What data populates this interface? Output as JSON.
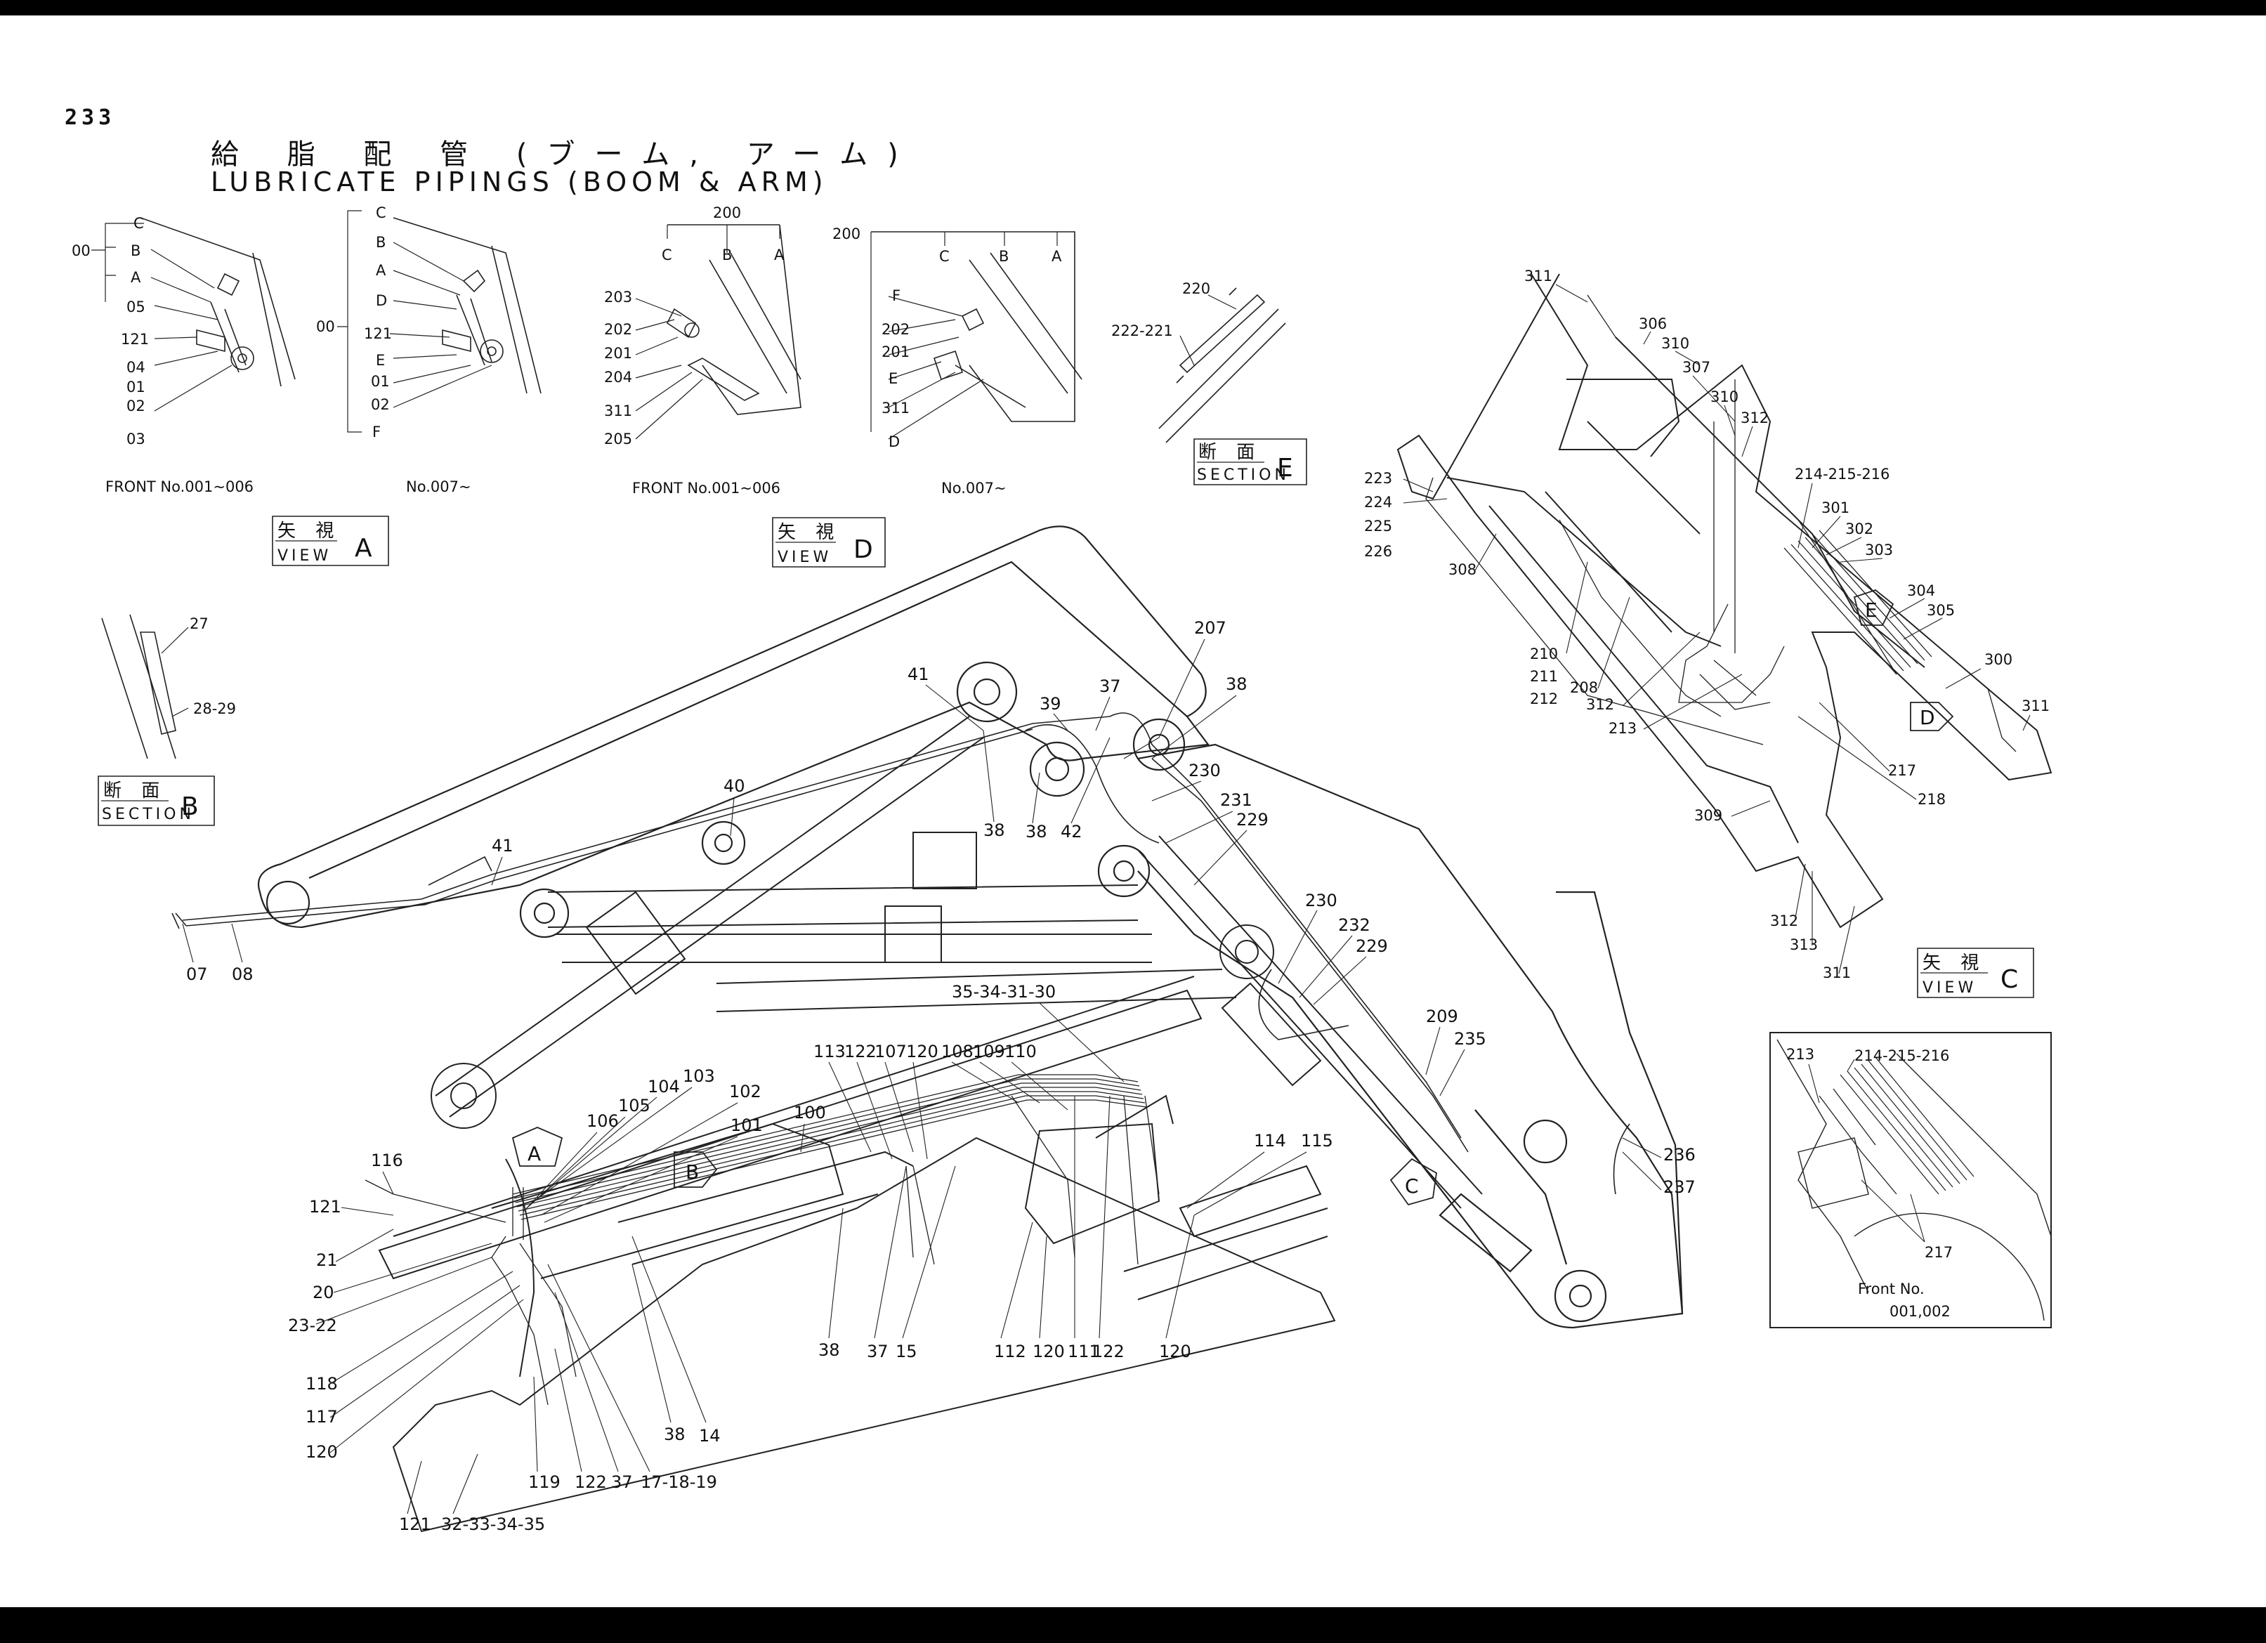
{
  "page": {
    "number": "233"
  },
  "title": {
    "japanese": "給 脂 配 管 (ブーム, アーム)",
    "english": "LUBRICATE PIPINGS (BOOM & ARM)"
  },
  "view_labels": {
    "view_a": {
      "jp": "矢 視",
      "en": "VIEW",
      "letter": "A"
    },
    "view_d": {
      "jp": "矢 視",
      "en": "VIEW",
      "letter": "D"
    },
    "view_c": {
      "jp": "矢 視",
      "en": "VIEW",
      "letter": "C"
    },
    "section_b": {
      "jp": "断 面",
      "en": "SECTION",
      "letter": "B"
    },
    "section_e": {
      "jp": "断 面",
      "en": "SECTION",
      "letter": "E"
    }
  },
  "captions": {
    "front_001_006_a": "FRONT No.001~006",
    "no_007_a": "No.007~",
    "front_001_006_d": "FRONT No.001~006",
    "no_007_d": "No.007~",
    "front_no": "Front No.",
    "front_no_value": "001,002"
  },
  "view_a1_labels": [
    "C",
    "00",
    "B",
    "A",
    "05",
    "121",
    "04",
    "01",
    "02",
    "03"
  ],
  "view_a2_labels": [
    "C",
    "B",
    "A",
    "D",
    "00",
    "121",
    "E",
    "01",
    "02",
    "F"
  ],
  "view_d1_labels": [
    "200",
    "C",
    "B",
    "A",
    "203",
    "202",
    "201",
    "204",
    "311",
    "205"
  ],
  "view_d2_labels": [
    "200",
    "C",
    "B",
    "A",
    "F",
    "202",
    "201",
    "E",
    "311",
    "D"
  ],
  "section_e_labels": [
    "220",
    "222-221"
  ],
  "section_b_labels": [
    "27",
    "28-29"
  ],
  "view_c_labels": [
    "311",
    "306",
    "310",
    "307",
    "310",
    "312",
    "214-215-216",
    "301",
    "302",
    "303",
    "304",
    "305",
    "300",
    "311",
    "223",
    "224",
    "225",
    "226",
    "308",
    "210",
    "211",
    "212",
    "208",
    "312",
    "213",
    "217",
    "218",
    "309",
    "312",
    "313",
    "311"
  ],
  "inset_labels": [
    "213",
    "214-215-216",
    "217"
  ],
  "boom_labels": [
    "41",
    "207",
    "39",
    "37",
    "38",
    "40",
    "38",
    "38",
    "42",
    "41",
    "230",
    "231",
    "229",
    "230",
    "232",
    "229",
    "209",
    "235",
    "236",
    "237",
    "07",
    "08"
  ],
  "arm_labels": [
    "35-34-31-30",
    "113",
    "122",
    "107",
    "120",
    "108",
    "109",
    "110",
    "103",
    "104",
    "105",
    "106",
    "102",
    "101",
    "100",
    "114",
    "115",
    "116",
    "121",
    "21",
    "20",
    "23-22",
    "118",
    "117",
    "120",
    "38",
    "37",
    "15",
    "112",
    "120",
    "111",
    "122",
    "120",
    "38",
    "14",
    "119",
    "122",
    "37",
    "17-18-19",
    "121",
    "32-33-34-35"
  ],
  "arrow_markers": [
    "A",
    "B",
    "C",
    "D",
    "E"
  ]
}
